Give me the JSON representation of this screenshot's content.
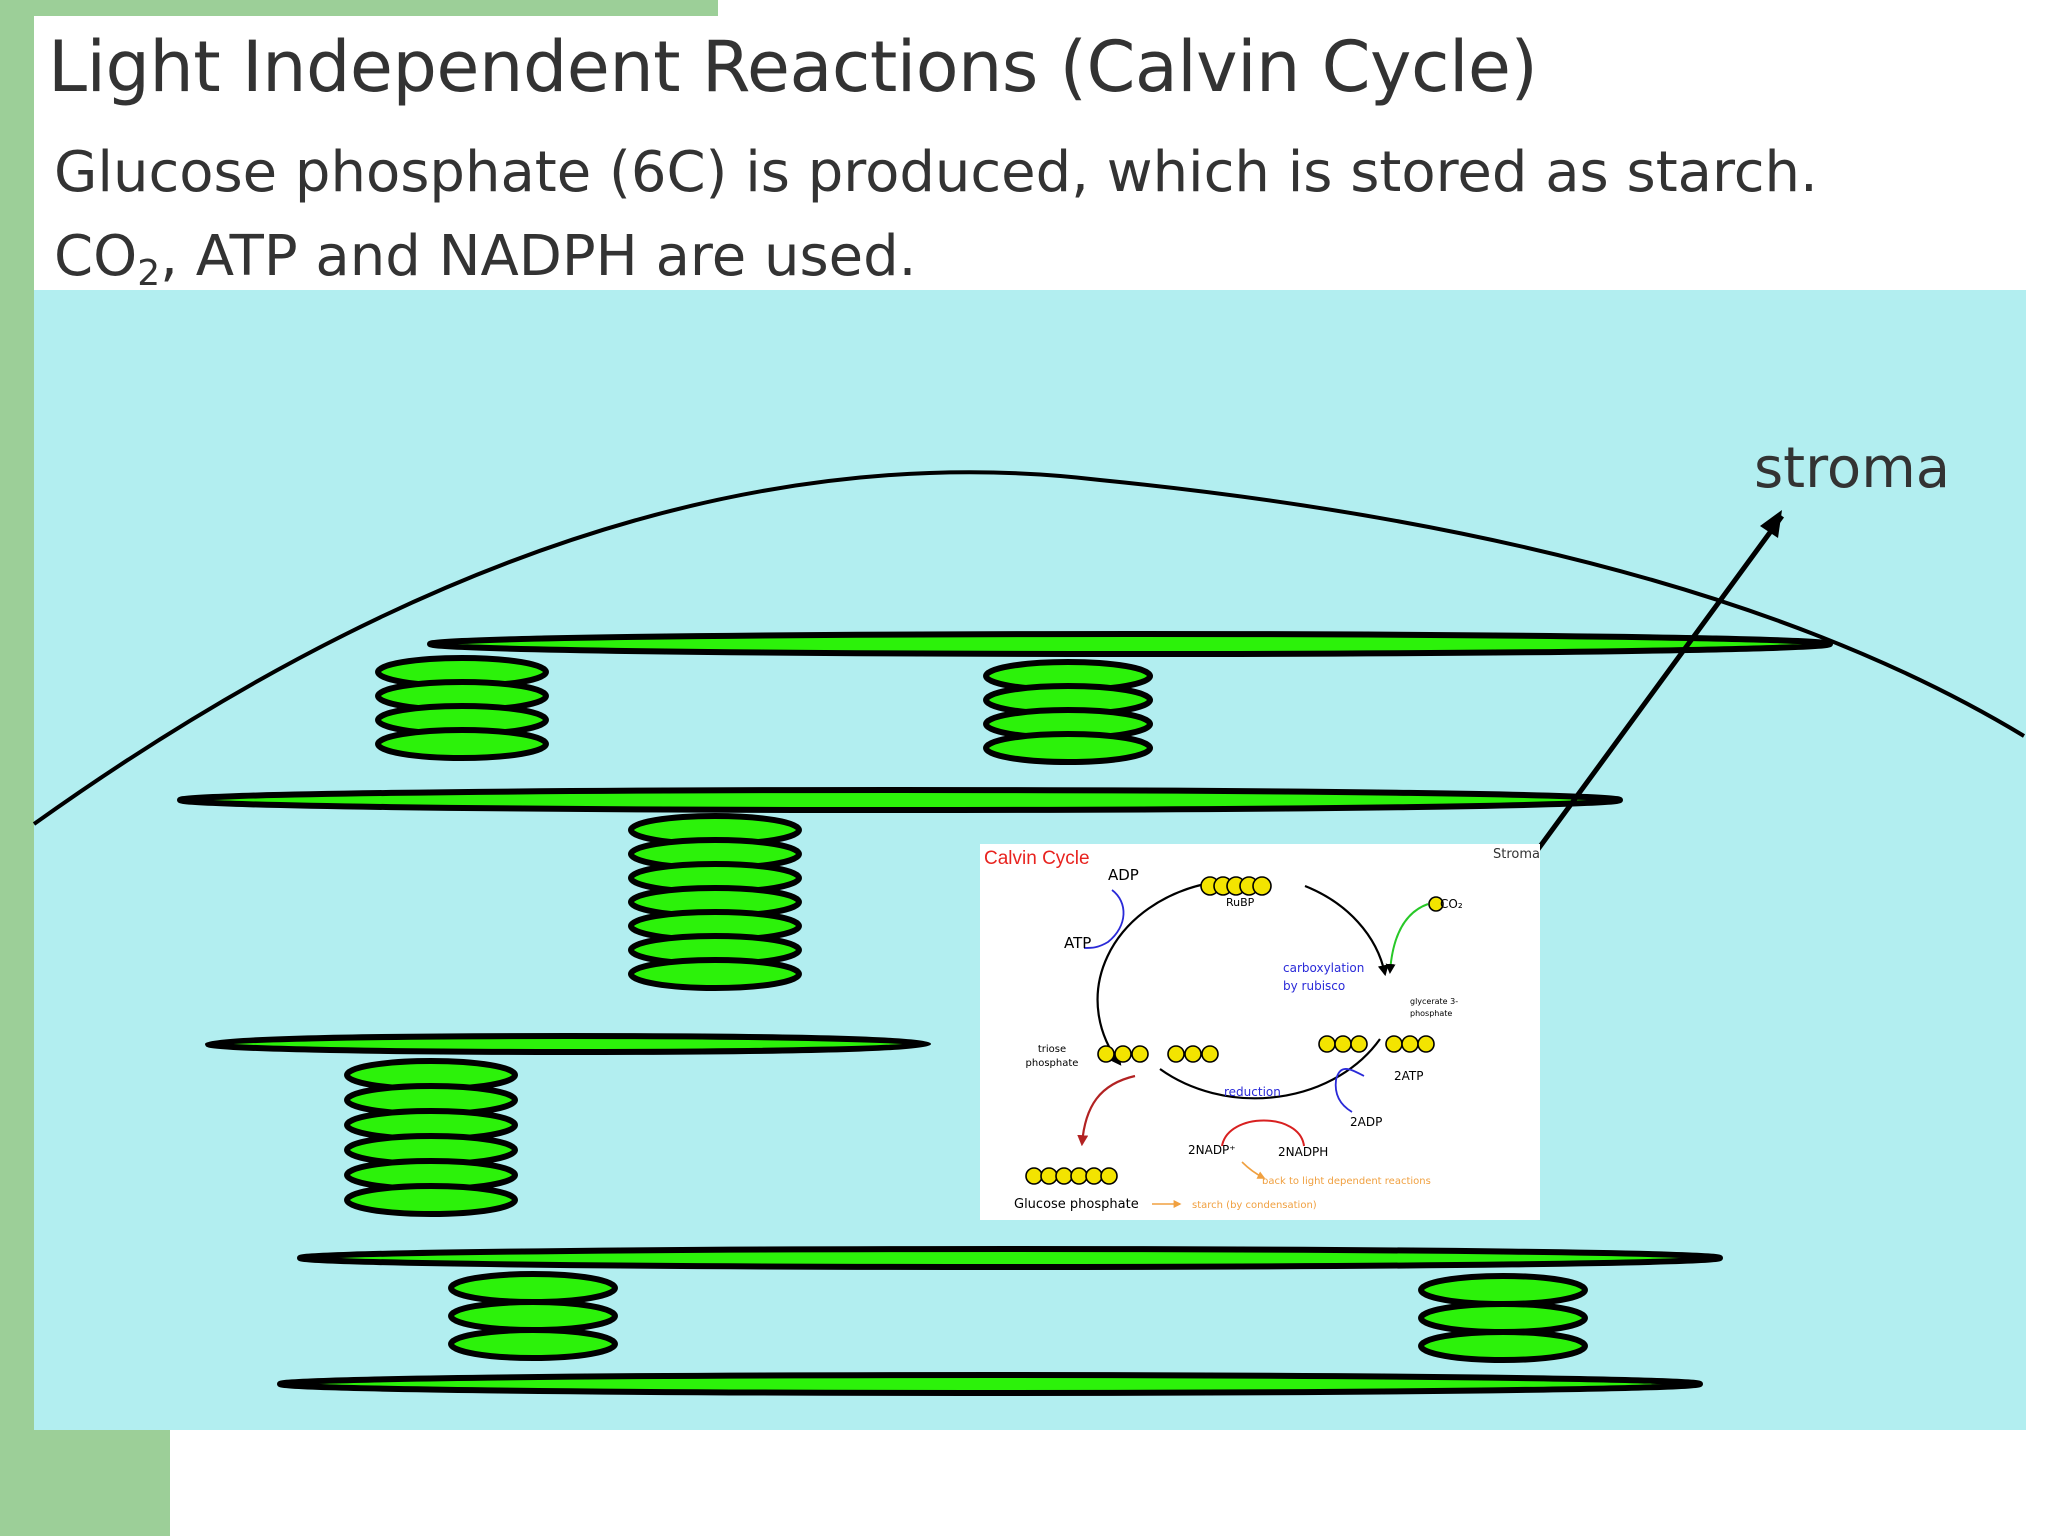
{
  "slide": {
    "title": "Light Independent Reactions (Calvin Cycle)",
    "line1": "Glucose phosphate (6C) is produced, which is stored as starch.",
    "line2": {
      "pre": "CO",
      "sub": "2",
      "post": ", ATP  and NADPH are used."
    }
  },
  "labels": {
    "stroma": "stroma"
  },
  "inset": {
    "title": "Calvin Cycle",
    "stroma": "Stroma",
    "adp": "ADP",
    "atp": "ATP",
    "rubp": "RuBP",
    "co2": "CO₂",
    "carboxylation_1": "carboxylation",
    "carboxylation_2": "by rubisco",
    "glycerate_1": "glycerate 3-",
    "glycerate_2": "phosphate",
    "triose_1": "triose",
    "triose_2": "phosphate",
    "reduction": "reduction",
    "two_atp": "2ATP",
    "two_adp": "2ADP",
    "two_nadp": "2NADP⁺",
    "two_nadph": "2NADPH",
    "back_to_light": "back to light dependent reactions",
    "glucose_phosphate": "Glucose phosphate",
    "starch": "starch (by condensation)"
  },
  "colors": {
    "accent_bar": "#9ccf98",
    "stroma_fill": "#b2eef0",
    "thylakoid_fill": "#2cf20a",
    "carbon_atom": "#f3e400",
    "inset_title": "#e8231f"
  }
}
